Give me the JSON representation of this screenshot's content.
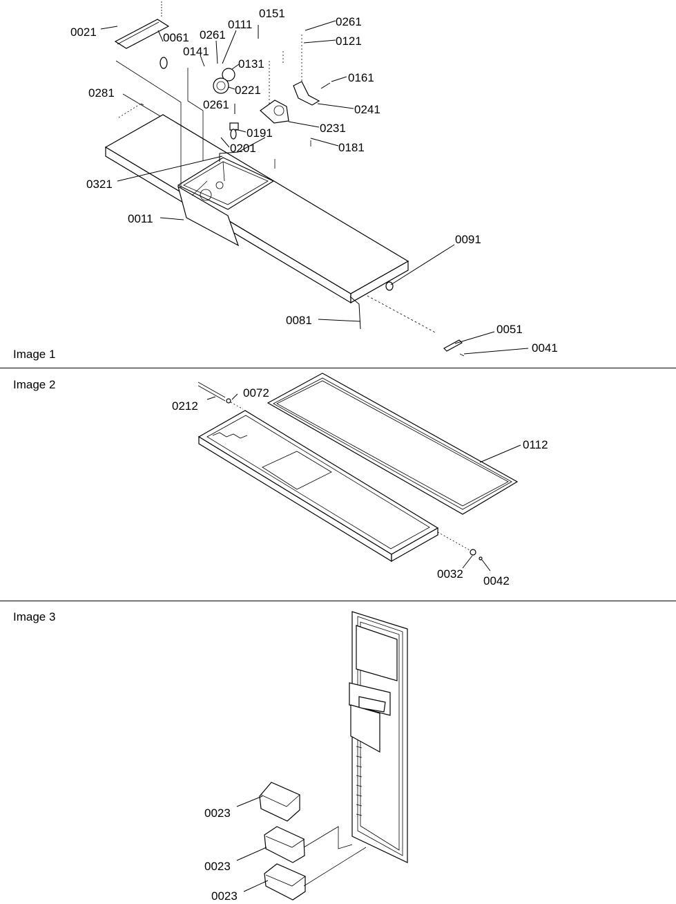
{
  "sections": [
    {
      "title": "Image 1",
      "callouts": [
        "0021",
        "0061",
        "0261",
        "0111",
        "0151",
        "0141",
        "0131",
        "0221",
        "0261",
        "0121",
        "0161",
        "0241",
        "0231",
        "0181",
        "0191",
        "0201",
        "0281",
        "0261",
        "0321",
        "0011",
        "0091",
        "0081",
        "0051",
        "0041"
      ]
    },
    {
      "title": "Image 2",
      "callouts": [
        "0212",
        "0072",
        "0112",
        "0032",
        "0042"
      ]
    },
    {
      "title": "Image 3",
      "callouts": [
        "0023",
        "0023",
        "0023"
      ]
    }
  ]
}
